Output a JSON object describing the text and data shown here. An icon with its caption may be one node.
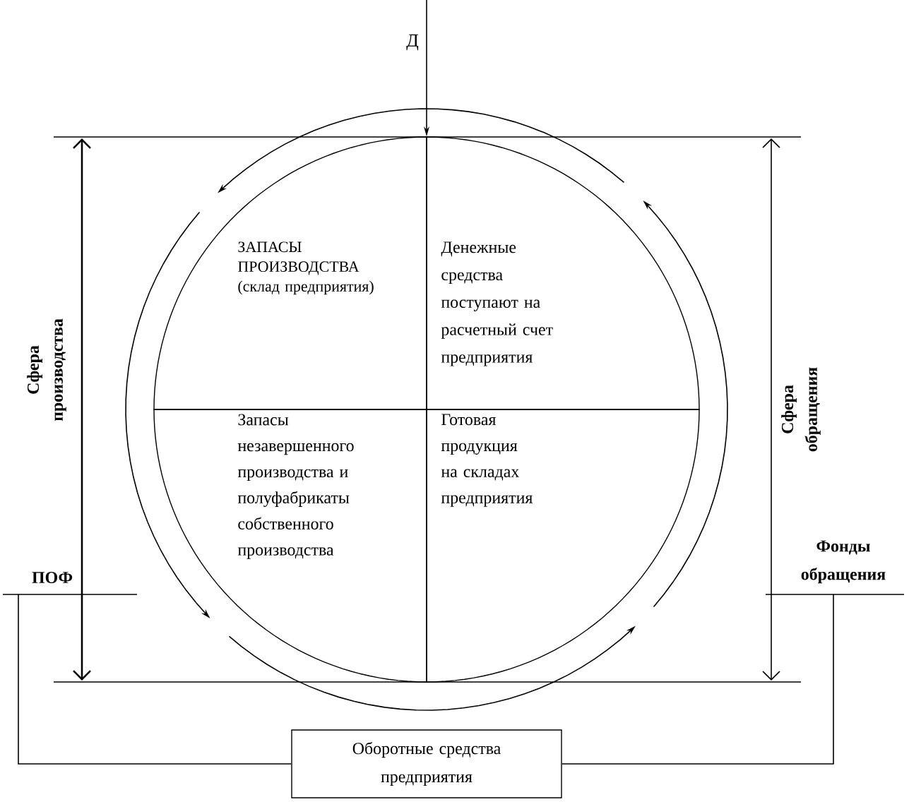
{
  "diagram": {
    "nodes": [
      {
        "text": [
          "ЗАПАСЫ ПРОИЗВОДСТВА (склад предприятия)"
        ]
      },
      {
        "text": [
          "Денежные средства поступают на расчетный счет предприятия"
        ]
      },
      {
        "text": [
          "Запасы незавершенного производства и полуфабрикаты собственного производства"
        ]
      },
      {
        "text": [
          "Готовая продукция на складах предприятия"
        ]
      },
      {
        "text": [
          "ПОФ"
        ]
      },
      {
        "text": [
          "Фонды обращения"
        ]
      },
      {
        "text": [
          "Оборотные средства предприятия"
        ]
      }
    ],
    "edges": [
      {
        "from": null,
        "to": 1,
        "arrow": "to",
        "label": "Д"
      },
      {
        "from": 1,
        "to": 0,
        "arrow": "to"
      },
      {
        "from": 0,
        "to": 2,
        "arrow": "to"
      },
      {
        "from": 2,
        "to": 3,
        "arrow": "to"
      },
      {
        "from": 3,
        "to": 1,
        "arrow": "to"
      },
      {
        "from": 4,
        "to": 6,
        "arrow": "none"
      },
      {
        "from": 5,
        "to": 6,
        "arrow": "none"
      }
    ],
    "labels": [
      "Сфера производства",
      "Сфера обращения"
    ]
  }
}
